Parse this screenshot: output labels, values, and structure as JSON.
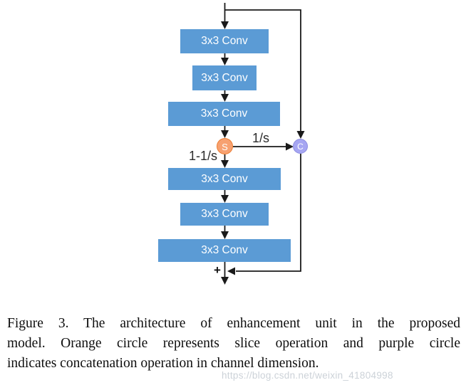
{
  "diagram": {
    "conv_boxes": [
      {
        "label": "3x3 Conv"
      },
      {
        "label": "3x3 Conv"
      },
      {
        "label": "3x3 Conv"
      },
      {
        "label": "3x3 Conv"
      },
      {
        "label": "3x3 Conv"
      },
      {
        "label": "3x3 Conv"
      }
    ],
    "slice_node": {
      "label": "S"
    },
    "concat_node": {
      "label": "C"
    },
    "edge_labels": {
      "slice_ratio": "1/s",
      "remain_ratio": "1-1/s",
      "sum": "+"
    },
    "colors": {
      "conv_box_fill": "#5b9bd5",
      "conv_box_text": "#ffffff",
      "slice_fill": "#f7a171",
      "slice_border": "#ed7d31",
      "concat_fill": "#a6a6f2",
      "concat_border": "#8c8ce0",
      "line": "#1a1a1a"
    }
  },
  "caption": {
    "lines": [
      "Figure 3. The architecture of enhancement unit in the proposed",
      "model. Orange circle represents slice operation and purple circle",
      "indicates concatenation operation in channel dimension."
    ]
  },
  "watermark": "https://blog.csdn.net/weixin_41804998"
}
